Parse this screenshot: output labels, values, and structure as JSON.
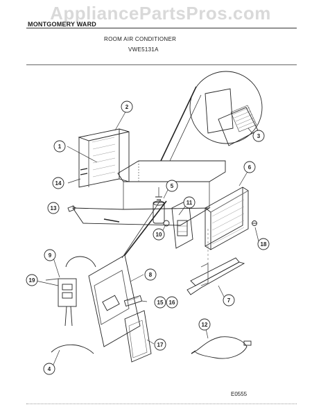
{
  "watermark": "AppliancePartsPros.com",
  "header": {
    "brand": "MONTGOMERY WARD",
    "title": "ROOM AIR CONDITIONER",
    "model": "VWE5131A"
  },
  "drawing_code": "E0555",
  "callouts": [
    {
      "num": "1"
    },
    {
      "num": "2"
    },
    {
      "num": "3"
    },
    {
      "num": "4"
    },
    {
      "num": "5"
    },
    {
      "num": "6"
    },
    {
      "num": "7"
    },
    {
      "num": "8"
    },
    {
      "num": "9"
    },
    {
      "num": "10"
    },
    {
      "num": "11"
    },
    {
      "num": "12"
    },
    {
      "num": "13"
    },
    {
      "num": "14"
    },
    {
      "num": "15"
    },
    {
      "num": "16"
    },
    {
      "num": "17"
    },
    {
      "num": "18"
    },
    {
      "num": "19"
    }
  ]
}
